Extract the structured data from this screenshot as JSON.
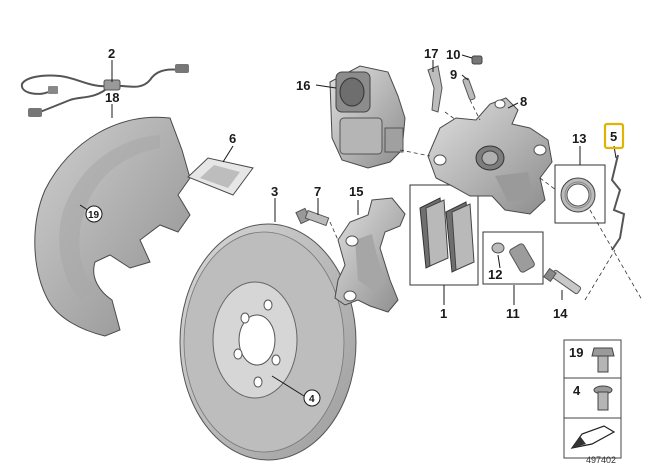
{
  "diagram": {
    "callouts": [
      {
        "id": "c1",
        "label": "1"
      },
      {
        "id": "c2",
        "label": "2"
      },
      {
        "id": "c3",
        "label": "3"
      },
      {
        "id": "c4",
        "label": "4"
      },
      {
        "id": "c5",
        "label": "5",
        "highlighted": true
      },
      {
        "id": "c6",
        "label": "6"
      },
      {
        "id": "c7",
        "label": "7"
      },
      {
        "id": "c8",
        "label": "8"
      },
      {
        "id": "c9",
        "label": "9"
      },
      {
        "id": "c10",
        "label": "10"
      },
      {
        "id": "c11",
        "label": "11"
      },
      {
        "id": "c12",
        "label": "12"
      },
      {
        "id": "c13",
        "label": "13"
      },
      {
        "id": "c14",
        "label": "14"
      },
      {
        "id": "c15",
        "label": "15"
      },
      {
        "id": "c16",
        "label": "16"
      },
      {
        "id": "c17",
        "label": "17"
      },
      {
        "id": "c18",
        "label": "18"
      },
      {
        "id": "c19",
        "label": "19"
      }
    ],
    "legend": {
      "items": [
        {
          "label": "19"
        },
        {
          "label": "4"
        }
      ]
    },
    "caption": "497402",
    "colors": {
      "part_fill": "#c8c8c8",
      "part_dark": "#8a8a8a",
      "highlight": "#e0b400"
    }
  }
}
